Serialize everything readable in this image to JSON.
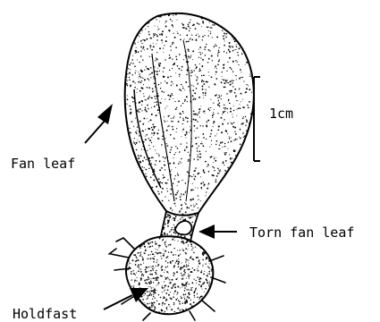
{
  "labels": {
    "fan_leaf": "Fan leaf",
    "scale": "1cm",
    "torn_fan_leaf": "Torn fan leaf",
    "holdfast": "Holdfast"
  },
  "colors": {
    "ink": "#000000",
    "background": "#ffffff"
  }
}
